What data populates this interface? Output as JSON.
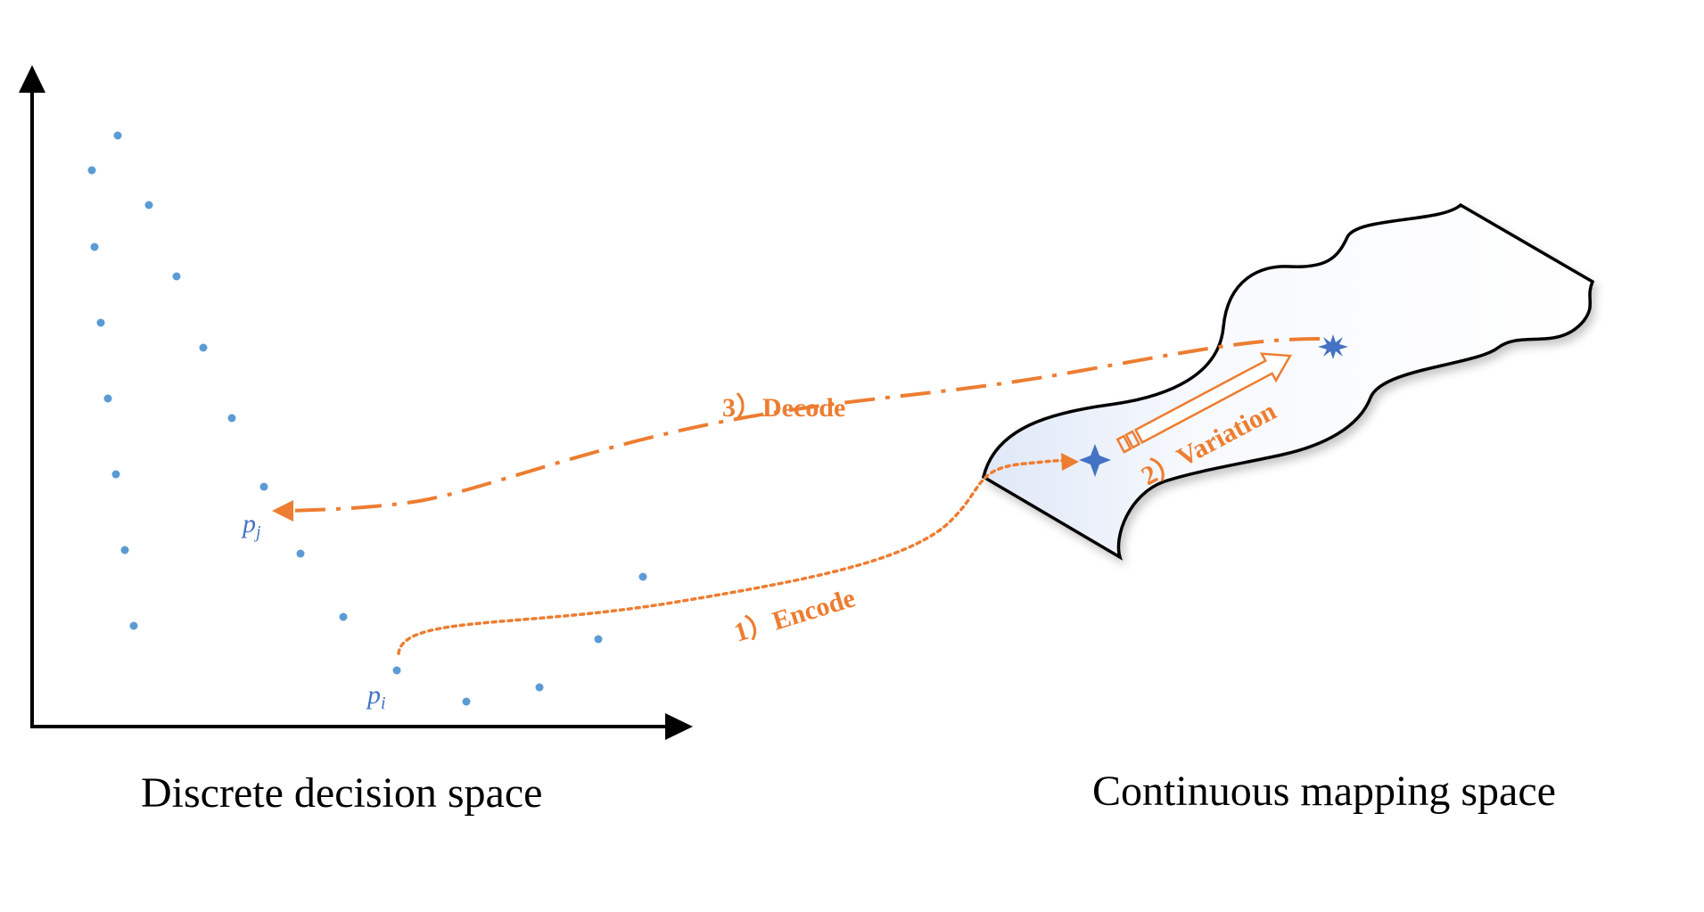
{
  "captions": {
    "left": "Discrete decision space",
    "right": "Continuous mapping space"
  },
  "steps": {
    "encode": "1）Encode",
    "variation": "2）Variation",
    "decode": "3）Decode"
  },
  "points": {
    "pi": {
      "base": "p",
      "sub": "i"
    },
    "pj": {
      "base": "p",
      "sub": "j"
    }
  },
  "colors": {
    "axis": "#000000",
    "dots": "#5b9bd5",
    "arrows": "#ed7d31",
    "star": "#4472c4",
    "label_blue": "#4472c4"
  },
  "icons": {
    "source": "four-point-star-icon",
    "target": "eight-point-star-icon"
  }
}
